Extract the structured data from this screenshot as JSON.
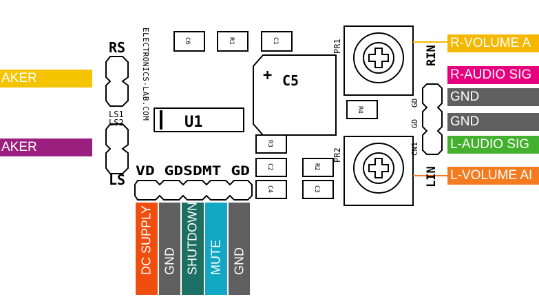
{
  "left_labels": [
    {
      "text": "AKER",
      "color": "#f5c400"
    },
    {
      "text": "AKER",
      "color": "#9b1f7e"
    }
  ],
  "right_labels": [
    {
      "text": "R-VOLUME A",
      "color": "#f5b800"
    },
    {
      "text": "R-AUDIO SIG",
      "color": "#e6007e"
    },
    {
      "text": "GND",
      "color": "#5f5f5f"
    },
    {
      "text": "GND",
      "color": "#5f5f5f"
    },
    {
      "text": "L-AUDIO SIG",
      "color": "#43b12e"
    },
    {
      "text": "L-VOLUME AI",
      "color": "#f47b20"
    }
  ],
  "bottom_labels": [
    {
      "text": "DC SUPPLY",
      "color": "#f04e0f"
    },
    {
      "text": "GND",
      "color": "#5f5f5f"
    },
    {
      "text": "SHUTDOWN",
      "color": "#1e6f63"
    },
    {
      "text": "MUTE",
      "color": "#12a8c4"
    },
    {
      "text": "GND",
      "color": "#5f5f5f"
    }
  ],
  "board": {
    "vertical_text": "ELECTRONICS-LAB.COM",
    "rs": "RS",
    "ls": "LS",
    "ls1": "LS1",
    "ls2": "LS2",
    "u1": "U1",
    "c5": "C5",
    "plus": "+",
    "pr1": "PR1",
    "pr2": "PR2",
    "rin": "RIN",
    "lin": "LIN",
    "cn1": "CN1",
    "gd": "GD",
    "bottom_pins": "VD GDSDMT GD",
    "c6": "C6",
    "r1": "R1",
    "c1": "C1",
    "r4": "R4",
    "r3": "R3",
    "c2": "C2",
    "r2": "R2",
    "c4": "C4",
    "c3": "C3"
  }
}
